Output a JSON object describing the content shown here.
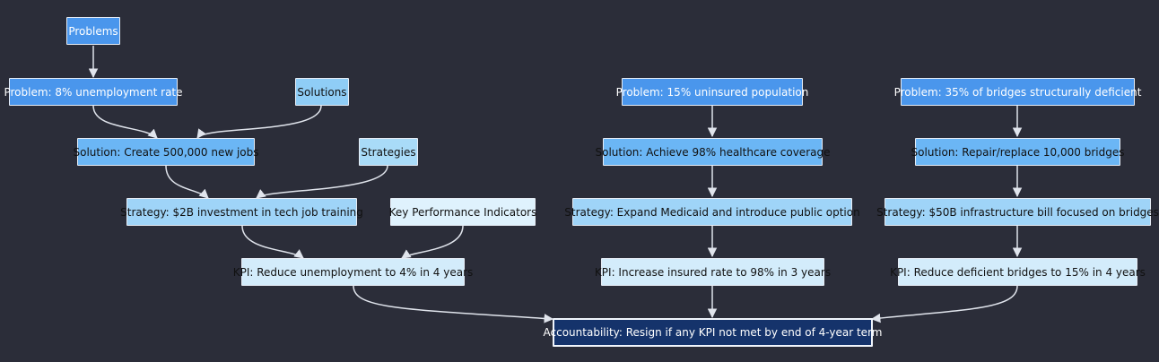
{
  "diagram": {
    "categories": {
      "problems": "Problems",
      "solutions": "Solutions",
      "strategies": "Strategies",
      "kpis": "Key Performance Indicators"
    },
    "branches": [
      {
        "problem": "Problem: 8% unemployment rate",
        "solution": "Solution: Create 500,000 new jobs",
        "strategy": "Strategy: $2B investment in tech job training",
        "kpi": "KPI: Reduce unemployment to 4% in 4 years"
      },
      {
        "problem": "Problem: 15% uninsured population",
        "solution": "Solution: Achieve 98% healthcare coverage",
        "strategy": "Strategy: Expand Medicaid and introduce public option",
        "kpi": "KPI: Increase insured rate to 98% in 3 years"
      },
      {
        "problem": "Problem: 35% of bridges structurally deficient",
        "solution": "Solution: Repair/replace 10,000 bridges",
        "strategy": "Strategy: $50B infrastructure bill focused on bridges",
        "kpi": "KPI: Reduce deficient bridges to 15% in 4 years"
      }
    ],
    "accountability": "Accountability: Resign if any KPI not met by end of 4-year term"
  }
}
